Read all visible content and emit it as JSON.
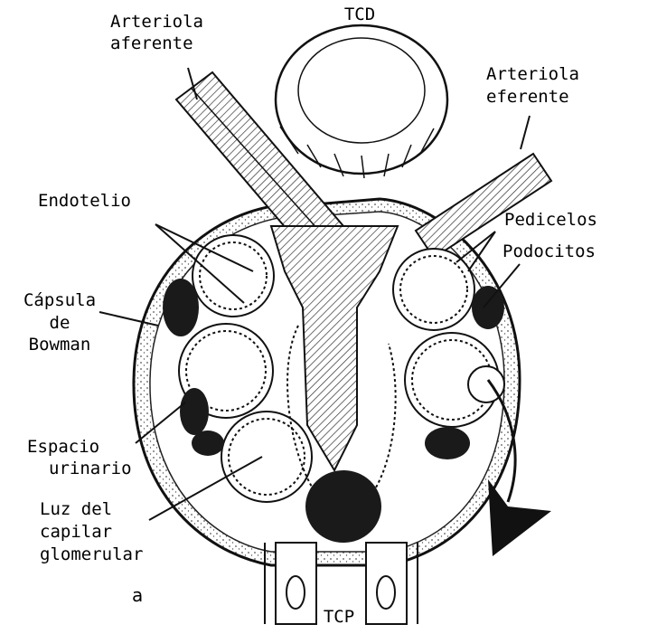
{
  "labels": {
    "tcd": "TCD",
    "arteriola_aferente_1": "Arteriola",
    "arteriola_aferente_2": "aferente",
    "arteriola_eferente_1": "Arteriola",
    "arteriola_eferente_2": "eferente",
    "endotelio": "Endotelio",
    "pedicelos": "Pedicelos",
    "podocitos": "Podocitos",
    "capsula_1": "Cápsula",
    "capsula_2": "de",
    "capsula_3": "Bowman",
    "espacio_1": "Espacio",
    "espacio_2": "urinario",
    "luz_1": "Luz del",
    "luz_2": "capilar",
    "luz_3": "glomerular",
    "panel": "a",
    "tcp": "TCP"
  }
}
